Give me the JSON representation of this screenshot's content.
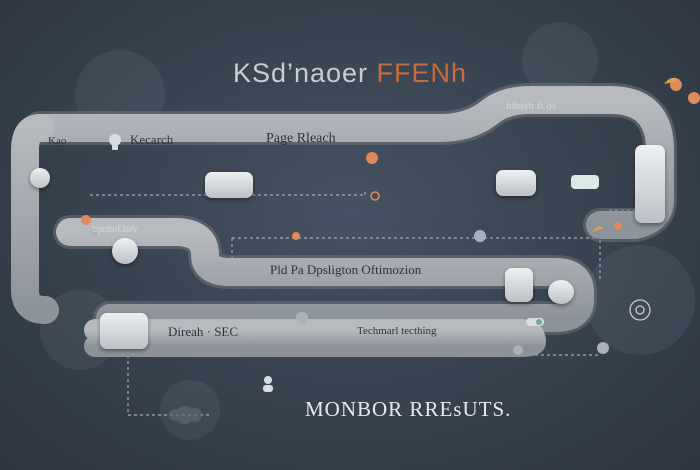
{
  "title": {
    "part1": "KSd’naoer",
    "part2": "FFENh"
  },
  "labels": {
    "top_left_tab": "Kao",
    "top_track_left": "Kecarch",
    "top_track_right": "Page Rleach",
    "top_right": "biberb fi os",
    "mid_left_tab": "bpohoEhev",
    "mid_track": "Pld Pa Dpsligton Oftimozion",
    "bottom_left": "Direah · SEC",
    "bottom_track": "Techmarl tecthing"
  },
  "footer": "MONBOR RREsUTS."
}
